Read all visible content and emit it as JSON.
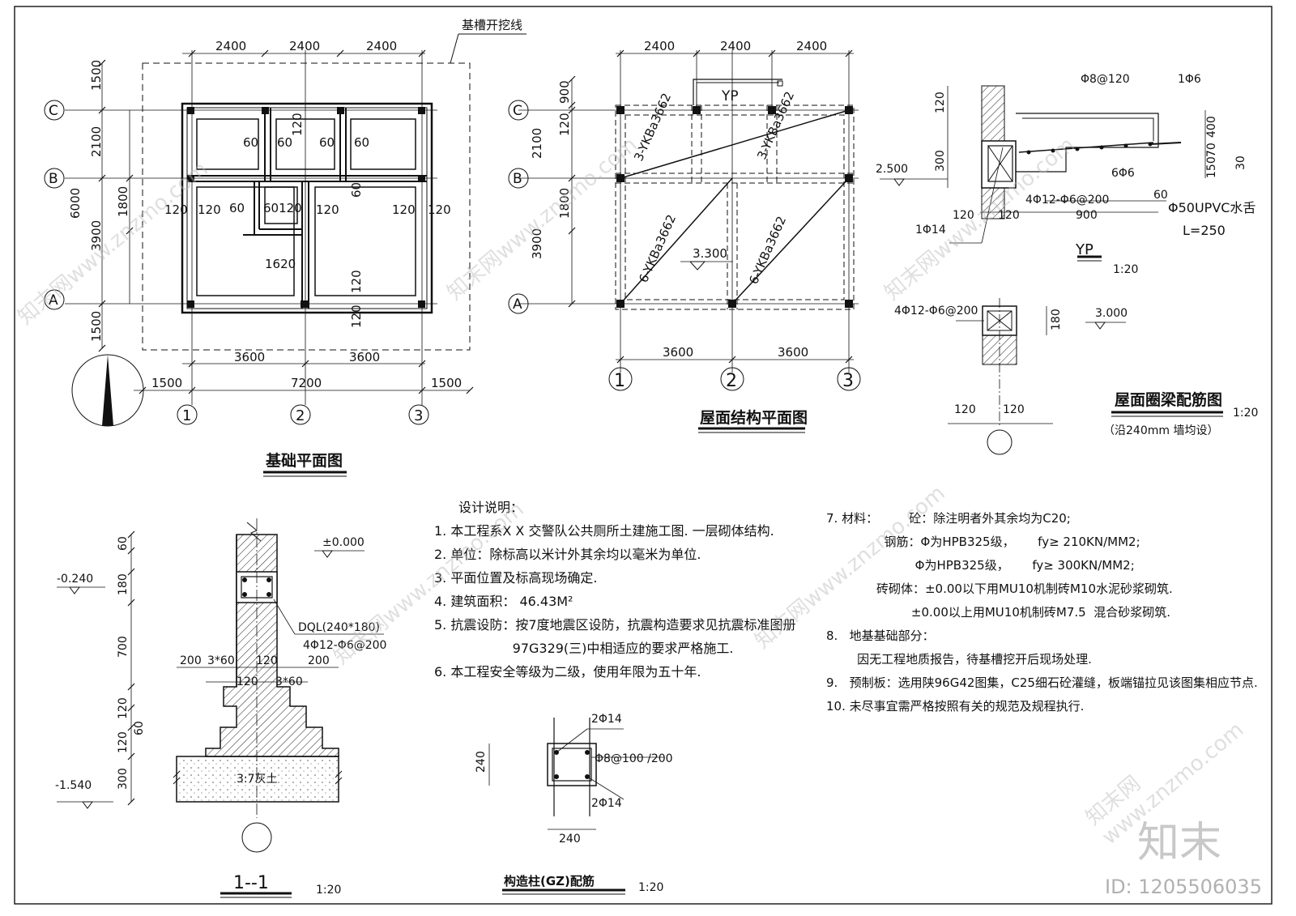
{
  "foundation_plan": {
    "title": "基础平面图",
    "trench_label": "基槽开挖线",
    "dims_top": [
      "2400",
      "2400",
      "2400"
    ],
    "dims_bottom_inner": [
      "3600",
      "3600"
    ],
    "dims_bottom_outer": [
      "1500",
      "7200",
      "1500"
    ],
    "dims_left": [
      "1500",
      "2100",
      "3900",
      "1500"
    ],
    "dims_left_total": "6000",
    "dim_left_sub": "1800",
    "inner_labels": [
      "60",
      "60",
      "60",
      "60",
      "120",
      "120",
      "120",
      "60",
      "60",
      "60120",
      "120",
      "120",
      "120",
      "120",
      "1620",
      "120",
      "120"
    ],
    "axes_row": [
      "C",
      "B",
      "A"
    ],
    "axes_col": [
      "1",
      "2",
      "3"
    ]
  },
  "roof_plan": {
    "title": "屋面结构平面图",
    "dims_top": [
      "2400",
      "2400",
      "2400"
    ],
    "dims_bottom": [
      "3600",
      "3600"
    ],
    "dims_left": [
      "900",
      "120",
      "2100",
      "1800",
      "3900"
    ],
    "yp_label": "YP",
    "slabs": [
      "3-YKBa3662",
      "3-YKBa3662",
      "6-YKBa3662",
      "6-YKBa3662"
    ],
    "elevation": "3.300",
    "axes_row": [
      "C",
      "B",
      "A"
    ],
    "axes_col": [
      "1",
      "2",
      "3"
    ]
  },
  "yp_detail": {
    "title": "YP",
    "scale": "1:20",
    "labels": [
      "Φ8@120",
      "1Φ6",
      "6Φ6",
      "4Φ12-Φ6@200",
      "1Φ14",
      "Φ50UPVC水舌",
      "L=250"
    ],
    "dims": [
      "120",
      "300",
      "400",
      "70",
      "150",
      "30",
      "60",
      "120",
      "120",
      "900"
    ],
    "elevation": "2.500"
  },
  "ring_beam": {
    "title": "屋面圈梁配筋图",
    "scale": "1:20",
    "note": "（沿240mm 墙均设）",
    "label": "4Φ12-Φ6@200",
    "dim": "180",
    "elevation": "3.000",
    "dims_bottom": [
      "120",
      "120"
    ]
  },
  "section_1": {
    "title": "1--1",
    "scale": "1:20",
    "elev_top": "±0.000",
    "elev_mid": "-0.240",
    "elev_bot": "-1.540",
    "dql": "DQL(240*180)",
    "dql_rebar": "4Φ12-Φ6@200",
    "dims_left": [
      "60",
      "180",
      "700",
      "120",
      "60",
      "120",
      "300"
    ],
    "dims_h1": [
      "200",
      "3*60",
      "120",
      "200"
    ],
    "dims_h2": [
      "120",
      "3*60"
    ],
    "soil": "3:7灰土"
  },
  "column_detail": {
    "title": "构造柱(GZ)配筋",
    "scale": "1:20",
    "top_bar": "2Φ14",
    "stirrup": "Φ8@100 /200",
    "bottom_bar": "2Φ14",
    "dim_v": "240",
    "dim_h": "240"
  },
  "notes_left": {
    "heading": "设计说明：",
    "items": [
      "1. 本工程系X X 交警队公共厕所土建施工图.     一层砌体结构.",
      "2. 单位：除标高以米计外其余均以毫米为单位.",
      "3. 平面位置及标高现场确定.",
      "4. 建筑面积：    46.43M²",
      "5. 抗震设防：按7度地震区设防，抗震构造要求见抗震标准图册",
      "                   97G329(三)中相适应的要求严格施工.",
      "6. 本工程安全等级为二级，使用年限为五十年."
    ]
  },
  "notes_right": {
    "items": [
      "7. 材料：        砼：除注明者外其余均为C20;",
      "               钢筋：Φ为HPB325级，      fy≥ 210KN/MM2;",
      "                       Φ为HPB325级，      fy≥ 300KN/MM2;",
      "             砖砌体：±0.00以下用MU10机制砖M10水泥砂浆砌筑.",
      "                      ±0.00以上用MU10机制砖M7.5  混合砂浆砌筑.",
      "8.   地基基础部分：",
      "        因无工程地质报告，待基槽挖开后现场处理.",
      "9.   预制板：选用陕96G42图集，C25细石砼灌缝，板端锚拉见该图集相应节点.",
      "10. 未尽事宜需严格按照有关的规范及规程执行."
    ]
  },
  "watermark": {
    "logo": "知末",
    "id": "ID: 1205506035",
    "tiles": [
      "知末网www.znzmo.com"
    ]
  }
}
